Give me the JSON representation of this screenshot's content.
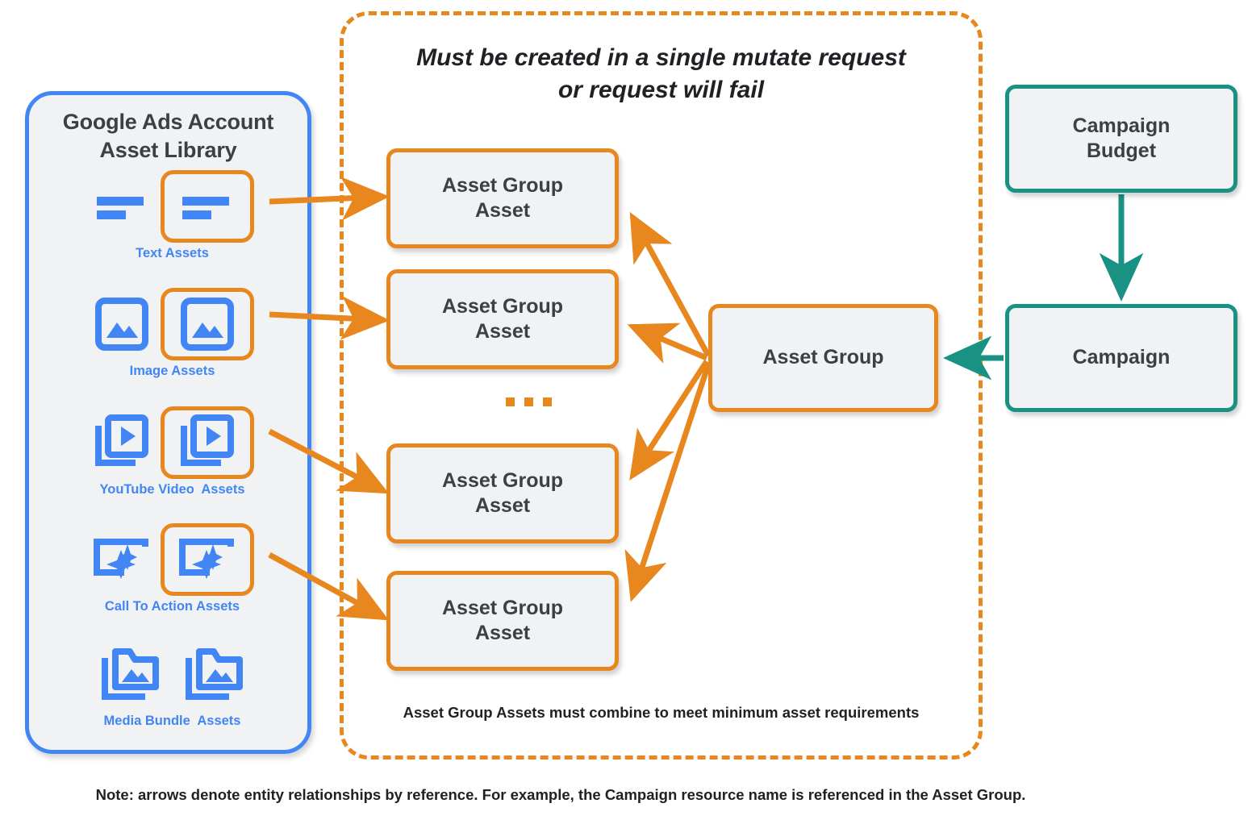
{
  "library": {
    "title_line1": "Google Ads Account",
    "title_line2": "Asset Library",
    "border_color": "#4285f4",
    "rows": [
      {
        "caption": "Text Assets",
        "icon": "text-lines-icon",
        "boxed": true
      },
      {
        "caption": "Image Assets",
        "icon": "image-icon",
        "boxed": true
      },
      {
        "caption": "YouTube Video  Assets",
        "icon": "video-stack-icon",
        "boxed": true
      },
      {
        "caption": "Call To Action Assets",
        "icon": "call-to-action-icon",
        "boxed": true
      },
      {
        "caption": "Media Bundle  Assets",
        "icon": "media-bundle-folder-icon",
        "boxed": false
      }
    ]
  },
  "mutate_container": {
    "title": "Must be created in a single mutate request or request will fail",
    "title_line1": "Must be created in a single mutate request",
    "title_line2": "or request will fail",
    "footnote": "Asset Group Assets must combine to meet minimum asset requirements",
    "border_color": "#e8871e",
    "border_style": "dashed"
  },
  "nodes": {
    "asset_group_assets": [
      {
        "label": "Asset Group Asset",
        "line1": "Asset Group",
        "line2": "Asset"
      },
      {
        "label": "Asset Group Asset",
        "line1": "Asset Group",
        "line2": "Asset"
      },
      {
        "label": "Asset Group Asset",
        "line1": "Asset Group",
        "line2": "Asset"
      },
      {
        "label": "Asset Group Asset",
        "line1": "Asset Group",
        "line2": "Asset"
      }
    ],
    "ellipsis": "...",
    "asset_group": {
      "label": "Asset Group",
      "color": "#e8871e"
    },
    "campaign_budget": {
      "line1": "Campaign",
      "line2": "Budget",
      "color": "#199183"
    },
    "campaign": {
      "label": "Campaign",
      "color": "#199183"
    }
  },
  "note": "Note: arrows denote entity relationships by reference. For example, the Campaign resource name is referenced in the Asset Group.",
  "colors": {
    "orange": "#e8871e",
    "blue": "#4285f4",
    "teal": "#199183",
    "node_fill": "#f1f2f3",
    "text_dark": "#3c4043"
  }
}
